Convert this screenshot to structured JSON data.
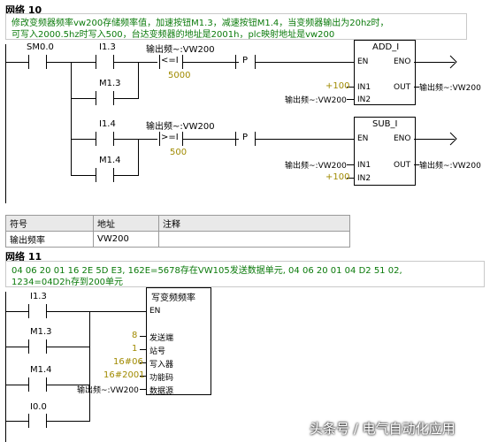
{
  "network10": {
    "title": "网络 10",
    "comment": [
      "修改变频器频率vw200存储频率值，加速按钮M1.3，减速按钮M1.4，当变频器输出为20hz时，",
      "可写入2000.5hz时写入500，台达变频器的地址是2001h，plc映射地址是vw200"
    ],
    "contacts": [
      "SM0.0",
      "I1.3",
      "M1.3",
      "I1.4",
      "M1.4"
    ],
    "compare1": {
      "operand": "输出频~:VW200",
      "op": "<=I",
      "value": "5000"
    },
    "compare2": {
      "operand": "输出频~:VW200",
      "op": ">=I",
      "value": "500"
    },
    "coil_label": "P",
    "add_box": {
      "title": "ADD_I",
      "en": "EN",
      "eno": "ENO",
      "in1_val": "+100",
      "in1": "IN1",
      "in2_val": "输出频~:VW200",
      "in2": "IN2",
      "out": "OUT",
      "out_val": "输出频~:VW200"
    },
    "sub_box": {
      "title": "SUB_I",
      "en": "EN",
      "eno": "ENO",
      "in1_val": "输出频~:VW200",
      "in1": "IN1",
      "in2_val": "+100",
      "in2": "IN2",
      "out": "OUT",
      "out_val": "输出频~:VW200"
    },
    "symbol_table": {
      "headers": [
        "符号",
        "地址",
        "注释"
      ],
      "rows": [
        [
          "输出频率",
          "VW200",
          ""
        ]
      ]
    }
  },
  "network11": {
    "title": "网络 11",
    "comment": [
      "04 06 20 01 16 2E 5D E3, 162E=5678存在VW105发送数据单元, 04 06 20 01 04 D2 51 02,",
      "1234=04D2h存到200单元"
    ],
    "contacts": [
      "I1.3",
      "M1.3",
      "M1.4",
      "I0.0"
    ],
    "box": {
      "title": "写变频频率",
      "en": "EN",
      "pins": [
        {
          "value": "8",
          "name": "发送端"
        },
        {
          "value": "1",
          "name": "站号"
        },
        {
          "value": "16#06",
          "name": "写入器"
        },
        {
          "value": "16#2001",
          "name": "功能码"
        },
        {
          "value": "输出频~:VW200",
          "name": "数据源"
        }
      ]
    }
  },
  "watermark": "头条号 / 电气自动化应用",
  "colors": {
    "comment_text": "#0a7a0a",
    "constant": "#a08a00",
    "line": "#000000"
  }
}
